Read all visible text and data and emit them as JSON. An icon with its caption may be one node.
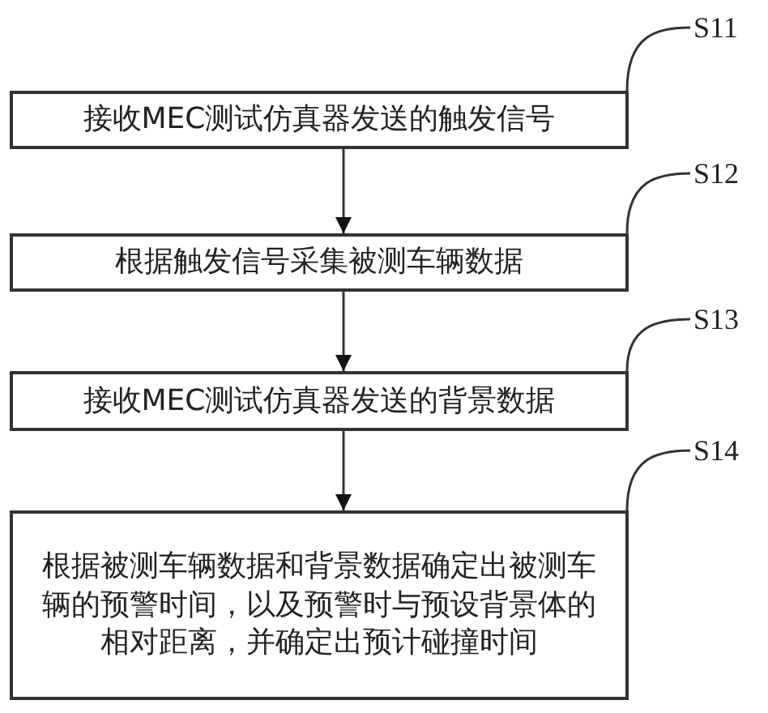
{
  "diagram": {
    "nodes": [
      {
        "text": [
          "S11"
        ]
      },
      {
        "text": [
          "接收MEC测试仿真器发送的触发信号"
        ]
      },
      {
        "text": [
          "S12"
        ]
      },
      {
        "text": [
          "根据触发信号采集被测车辆数据"
        ]
      },
      {
        "text": [
          "S13"
        ]
      },
      {
        "text": [
          "接收MEC测试仿真器发送的背景数据"
        ]
      },
      {
        "text": [
          "S14"
        ]
      },
      {
        "text": [
          "根据被测车辆数据和背景数据确定出被测车辆的预警时间，以及预警时与预设背景体的相对距离，并确定出预计碰撞时间"
        ]
      }
    ],
    "edges": [
      {
        "from": 1,
        "to": 3,
        "arrow": "to"
      },
      {
        "from": 3,
        "to": 5,
        "arrow": "to"
      },
      {
        "from": 5,
        "to": 7,
        "arrow": "to"
      },
      {
        "from": 0,
        "to": 1,
        "arrow": "none"
      },
      {
        "from": 2,
        "to": 3,
        "arrow": "none"
      },
      {
        "from": 4,
        "to": 5,
        "arrow": "none"
      },
      {
        "from": 6,
        "to": 7,
        "arrow": "none"
      }
    ]
  }
}
